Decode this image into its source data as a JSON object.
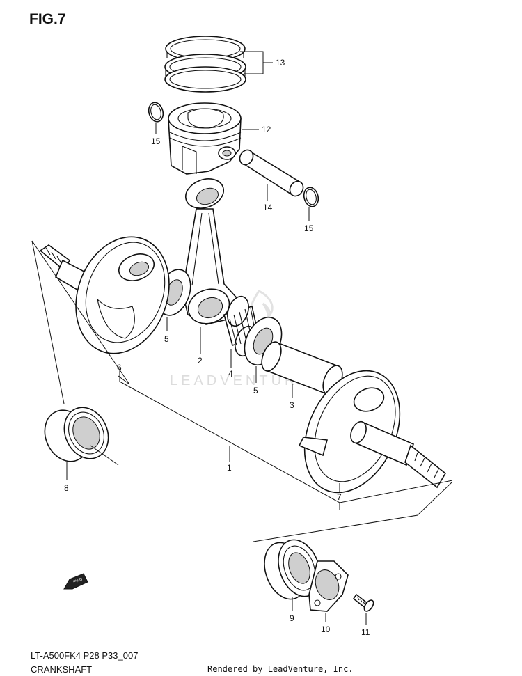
{
  "figure": {
    "title": "FIG.7",
    "code": "LT-A500FK4 P28 P33_007",
    "name": "CRANKSHAFT",
    "credit": "Rendered by LeadVenture, Inc.",
    "watermark": "LEADVENTURE",
    "fwd_label": "FWD"
  },
  "callouts": {
    "c1": "1",
    "c2": "2",
    "c3": "3",
    "c4": "4",
    "c5a": "5",
    "c5b": "5",
    "c6": "6",
    "c7": "7",
    "c8": "8",
    "c9": "9",
    "c10": "10",
    "c11": "11",
    "c12": "12",
    "c13": "13",
    "c14": "14",
    "c15a": "15",
    "c15b": "15"
  }
}
